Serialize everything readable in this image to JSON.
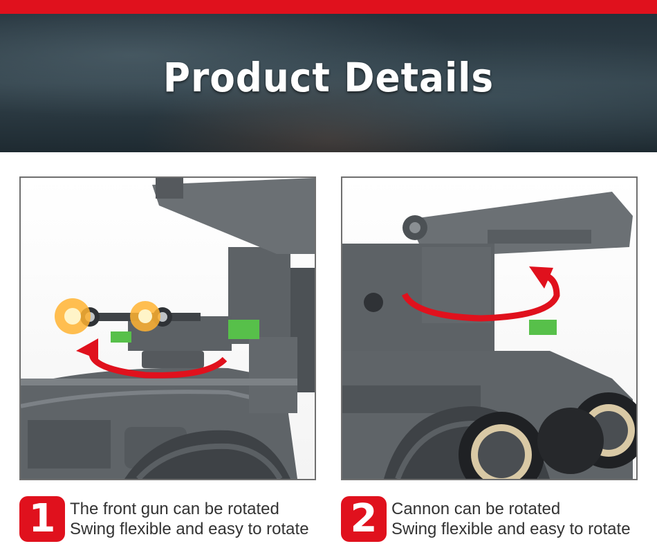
{
  "header": {
    "title": "Product Details"
  },
  "features": [
    {
      "number": "1",
      "line1": "The front gun can be rotated",
      "line2": "Swing flexible and easy to rotate"
    },
    {
      "number": "2",
      "line1": "Cannon can be rotated",
      "line2": "Swing flexible and easy to rotate"
    }
  ],
  "colors": {
    "accent": "#e0111d",
    "text": "#333333",
    "panel_border": "#6f6f6f"
  }
}
